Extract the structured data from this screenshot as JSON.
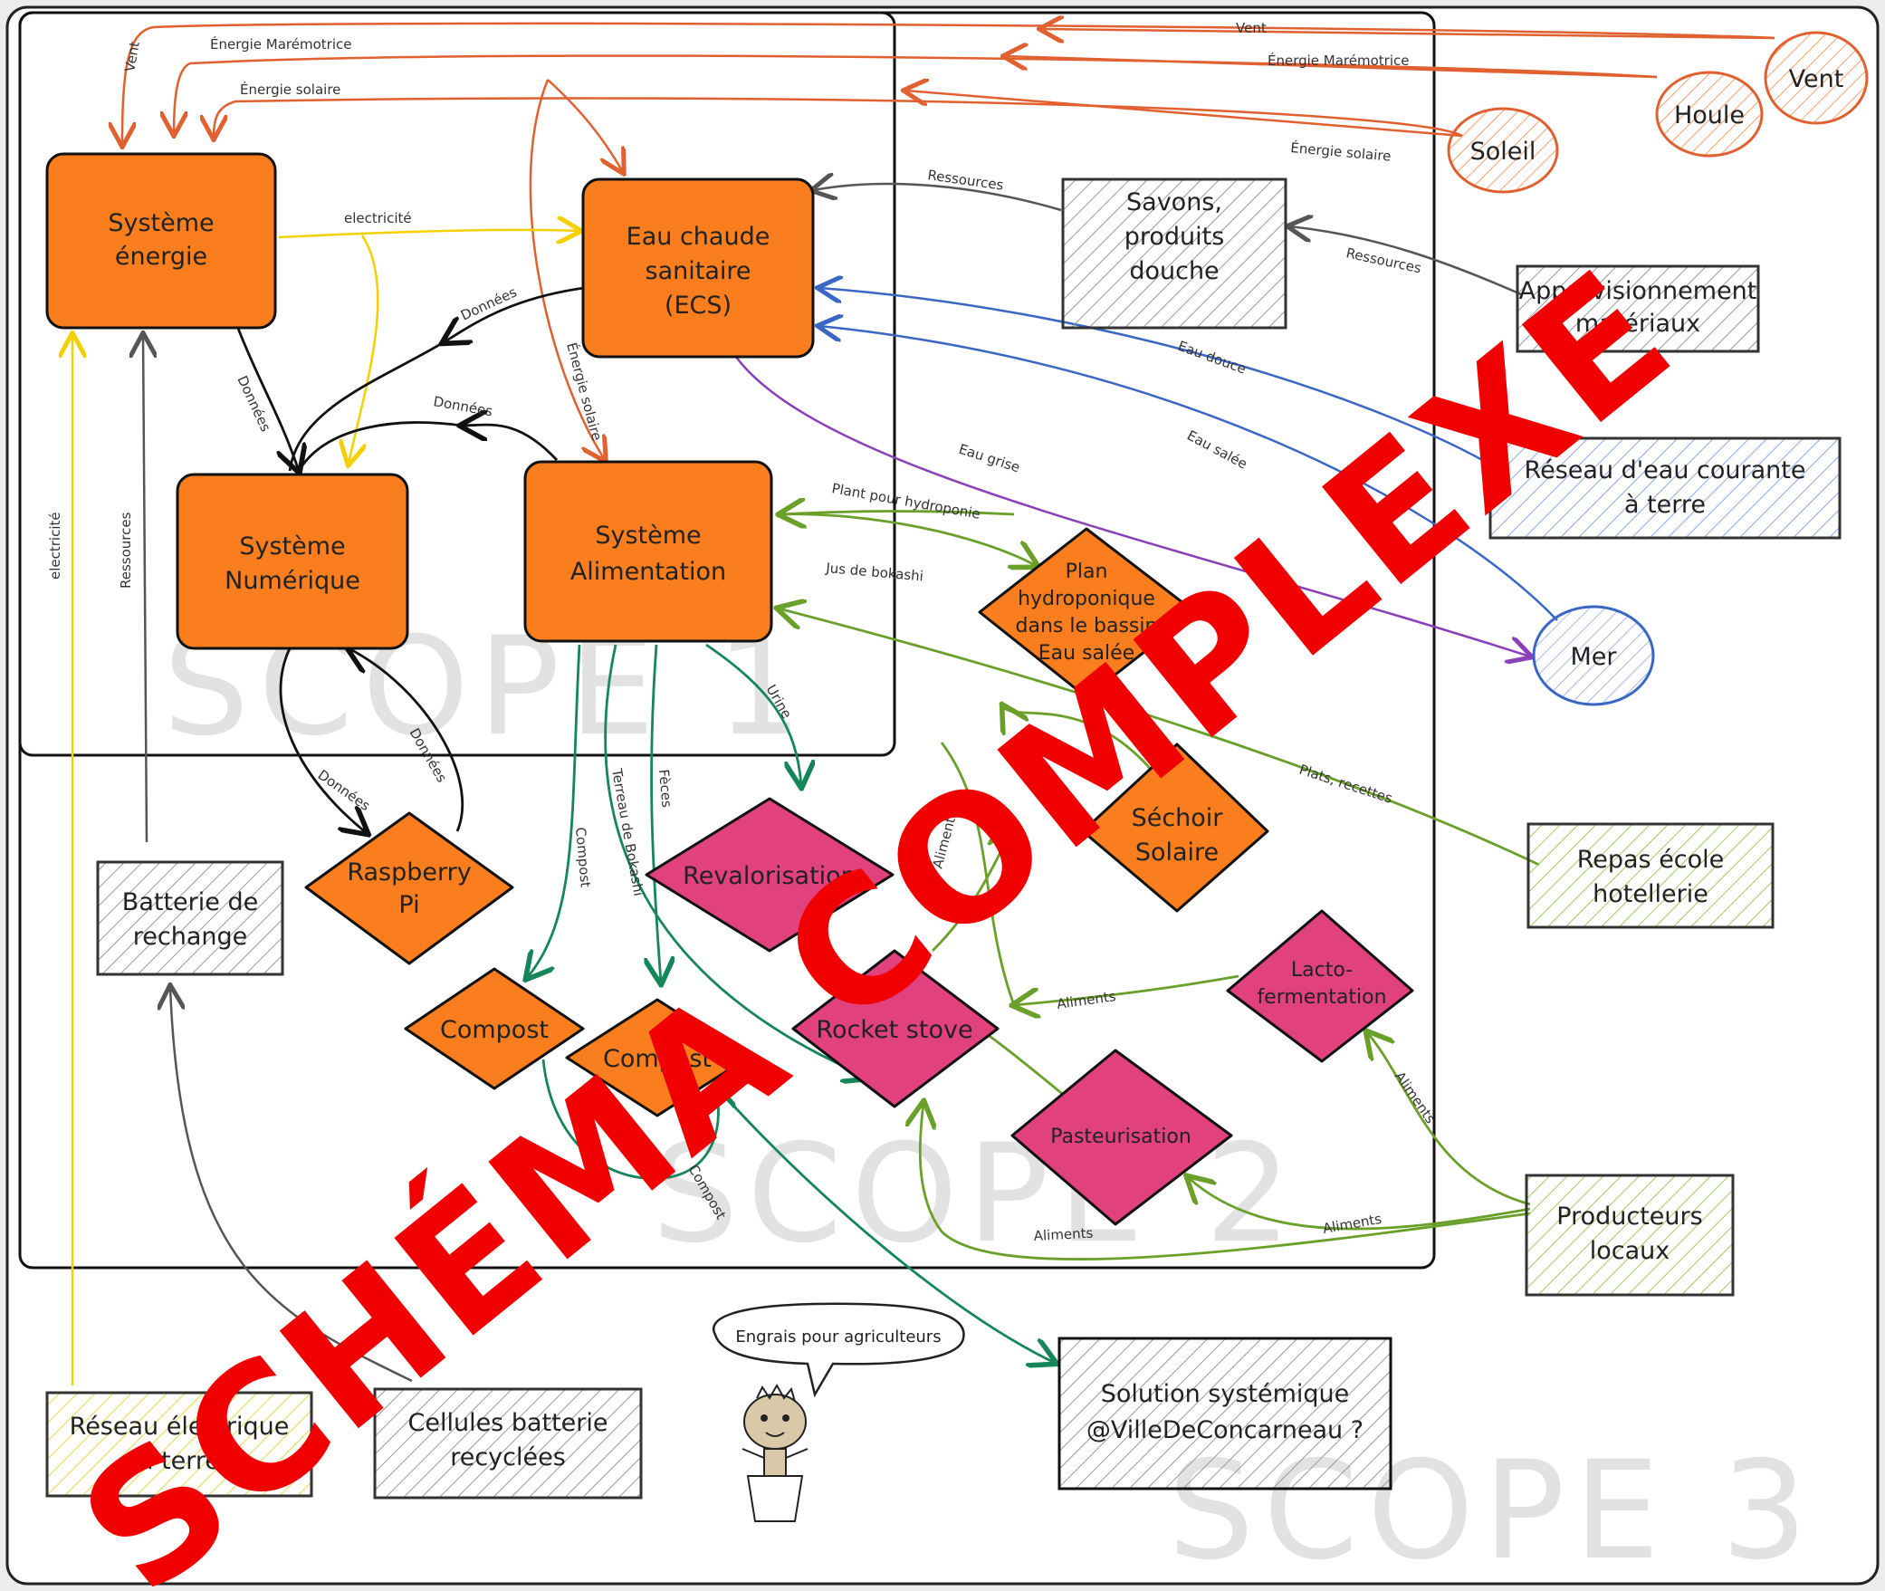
{
  "colors": {
    "orange": "#fa7e1e",
    "magenta": "#e1427e",
    "watermark": "#ff0000",
    "sun": "#f07040",
    "yellow_arrow": "#f5d000",
    "green": "#6aa02a",
    "teal": "#16865a",
    "blue": "#3a66c4",
    "purple": "#8c40b8",
    "gray": "#555555"
  },
  "scopes": {
    "s1": "SCOPE 1",
    "s2": "SCOPE 2",
    "s3": "SCOPE 3"
  },
  "watermark": "SCHÉMA COMPLEXE",
  "nodes": {
    "systeme_energie": [
      "Système",
      "énergie"
    ],
    "eau_chaude": [
      "Eau chaude",
      "sanitaire",
      "(ECS)"
    ],
    "systeme_numerique": [
      "Système",
      "Numérique"
    ],
    "systeme_alimentation": [
      "Système",
      "Alimentation"
    ],
    "savons": [
      "Savons,",
      "produits",
      "douche"
    ],
    "approvisionnement": [
      "Approvisionnement",
      "matériaux"
    ],
    "reseau_eau": [
      "Réseau d'eau courante",
      "à terre"
    ],
    "mer": "Mer",
    "soleil": "Soleil",
    "houle": "Houle",
    "vent": "Vent",
    "plan_hydroponique": [
      "Plan",
      "hydroponique",
      "dans le bassin",
      "Eau salée"
    ],
    "sechoir": [
      "Séchoir",
      "Solaire"
    ],
    "repas_ecole": [
      "Repas école",
      "hotellerie"
    ],
    "raspberry": [
      "Raspberry",
      "Pi"
    ],
    "revalorisation": "Revalorisation",
    "batterie": [
      "Batterie de",
      "rechange"
    ],
    "compost1": "Compost",
    "compost2": "Compost",
    "rocket_stove": "Rocket stove",
    "lacto": [
      "Lacto-",
      "fermentation"
    ],
    "pasteurisation": "Pasteurisation",
    "producteurs": [
      "Producteurs",
      "locaux"
    ],
    "reseau_electrique": [
      "Réseau électrique",
      "à terre"
    ],
    "cellules": [
      "Cellules batterie",
      "recyclées"
    ],
    "solution": [
      "Solution systémique",
      "@VilleDeConcarneau ?"
    ],
    "bubble": "Engrais pour agriculteurs"
  },
  "edges": {
    "vent_top": "Vent",
    "maree_top": "Énergie Marémotrice",
    "solaire_top": "Énergie solaire",
    "vent_left": "Vent",
    "maree_left": "Énergie Marémotrice",
    "solaire_left": "Énergie solaire",
    "electricite_top": "electricité",
    "electricite_left": "electricité",
    "ressources_left": "Ressources",
    "donnees_1": "Données",
    "donnees_2": "Données",
    "donnees_3": "Données",
    "donnees_4": "Données",
    "donnees_5": "Données",
    "solaire_diag": "Énergie solaire",
    "ressources_savons": "Ressources",
    "ressources_appro": "Ressources",
    "eau_douce": "Eau douce",
    "eau_salee": "Eau salée",
    "eau_grise": "Eau grise",
    "plant_hydro": "Plant pour hydroponie",
    "jus_bokashi": "Jus de bokashi",
    "urine": "Urine",
    "feces": "Fèces",
    "terreau": "Terreau de Bokashi",
    "compost_lbl": "Compost",
    "compost_lbl2": "Compost",
    "plats": "Plats, recettes",
    "aliments_1": "Aliments",
    "aliments_2": "Aliments",
    "aliments_3": "Aliments",
    "aliments_4": "Aliments",
    "aliments_5": "Aliments"
  }
}
